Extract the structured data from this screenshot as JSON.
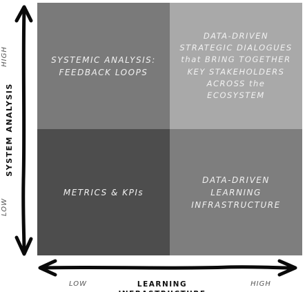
{
  "quadrants": {
    "top_left": {
      "lines": [
        "SYSTEMIC ANALYSIS:",
        "FEEDBACK LOOPS"
      ]
    },
    "top_right": {
      "lines": [
        "DATA-DRIVEN",
        "STRATEGIC DIALOGUES",
        "that BRING TOGETHER",
        "KEY STAKEHOLDERS",
        "ACROSS the",
        "ECOSYSTEM"
      ]
    },
    "bottom_left": {
      "lines": [
        "METRICS & KPIs"
      ]
    },
    "bottom_right": {
      "lines": [
        "DATA-DRIVEN LEARNING",
        "INFRASTRUCTURE"
      ]
    }
  },
  "y_axis": {
    "title": "SYSTEM ANALYSIS",
    "high_label": "HIGH",
    "low_label": "LOW"
  },
  "x_axis": {
    "title": "LEARNING INFRASTRUCTURE",
    "low_label": "LOW",
    "high_label": "HIGH"
  },
  "colors": {
    "top_left": "#7a7a7a",
    "top_right": "#a9a9a9",
    "bottom_left": "#4d4d4d",
    "bottom_right": "#7e7e7e",
    "arrows": "#0a0a0a"
  }
}
